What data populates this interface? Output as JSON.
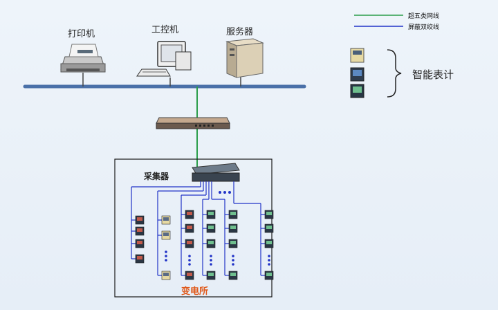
{
  "legend": {
    "green_label": "超五类网线",
    "blue_label": "屏蔽双绞线",
    "green_color": "#2a9d4a",
    "blue_color": "#2133c7"
  },
  "devices": {
    "printer_label": "打印机",
    "workstation_label": "工控机",
    "server_label": "服务器"
  },
  "meters_group_label": "智能表计",
  "collector_label": "采集器",
  "substation_label": "变电所",
  "colors": {
    "bus": "#4a70a8",
    "box_border": "#1a1a1a",
    "substation_text": "#e05a1c"
  },
  "icons": [
    "printer-icon",
    "workstation-icon",
    "server-icon",
    "switch-icon",
    "collector-icon",
    "meter-icon"
  ]
}
